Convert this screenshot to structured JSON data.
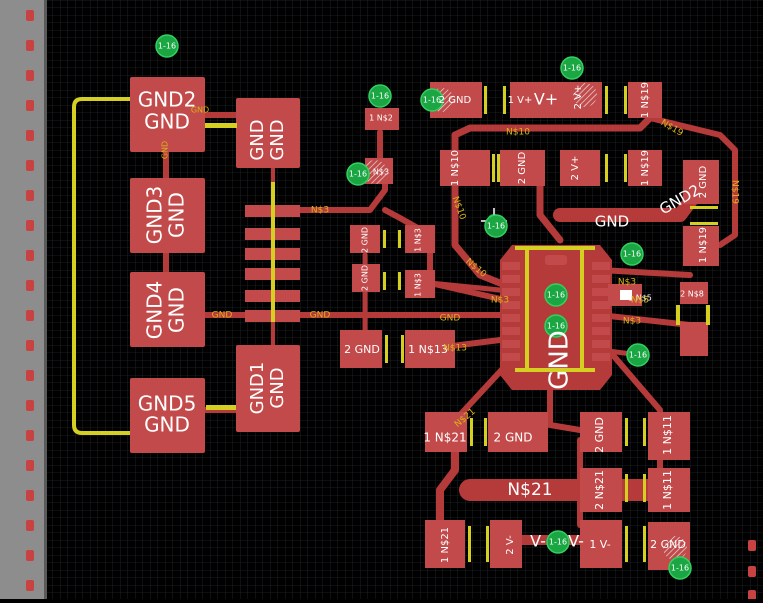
{
  "layers": {
    "background": "#000000",
    "grid": "#1f2228",
    "copper": "#b53a3a",
    "copper_dark": "#8f2b2b",
    "pad": "#c24a4a",
    "silk": "#d4cf20",
    "via_fill": "#1aa642",
    "via_ring": "#33d160",
    "board_edge": "#8c8c8c",
    "net_text": "#d9b41a",
    "pad_text": "#ffffff"
  },
  "pads": {
    "gnd2": [
      "GND2",
      "GND"
    ],
    "gnd3": [
      "GND3",
      "GND"
    ],
    "gnd4": [
      "GND4",
      "GND"
    ],
    "gnd5": [
      "GND5",
      "GND"
    ],
    "gnd_tall_top": [
      "GND",
      "GND"
    ],
    "gnd1": [
      "GND1",
      "GND"
    ],
    "gnd_ic": "GND"
  },
  "components": {
    "c_top_1": {
      "a": "2 GND",
      "b": "1 V+"
    },
    "c_top_2": {
      "a": "2 V+",
      "b": "1 N$19"
    },
    "c_mid_1": {
      "a": "1 N$10",
      "b": "2 GND"
    },
    "c_mid_2": {
      "a": "2 V+",
      "b": "1 N$19"
    },
    "c_right_vert": {
      "a": "2 GND",
      "b": "1 N$19"
    },
    "c_small_1": {
      "a": "2 GND",
      "b": "1 N$3"
    },
    "c_small_2": {
      "a": "2 GND",
      "b": "1 N$3"
    },
    "c_small_3": {
      "a": "1 N$2",
      "b": "N$3"
    },
    "c_left_h": {
      "a": "2 GND",
      "b": "1 N$13"
    },
    "c_small_right": {
      "a": "1 N$5",
      "b": "2 N$8"
    },
    "c_bot_1": {
      "a": "1 N$21",
      "b": "2 GND"
    },
    "c_bot_2": {
      "a": "2 GND",
      "b": "1 N$11"
    },
    "c_bot_3": {
      "a": "2 N$21",
      "b": "1 N$11"
    },
    "c_bot_4": {
      "a": "1 N$21",
      "b": "2 V-"
    },
    "c_bot_5": {
      "a": "1 V-",
      "b": "2 GND"
    }
  },
  "nets": {
    "n10": "N$10",
    "n3": "N$3",
    "n13": "N$13",
    "n21": "N$21",
    "n19": "N$19",
    "n5": "N$5",
    "n8": "N$8",
    "n11": "N$11",
    "gnd": "GND",
    "gnd2": "GND2",
    "vminus": "V-",
    "vplus": "V+"
  },
  "vias": {
    "label": "1-16"
  },
  "icons": {
    "via": "via-icon",
    "origin": "origin-marker-icon"
  }
}
